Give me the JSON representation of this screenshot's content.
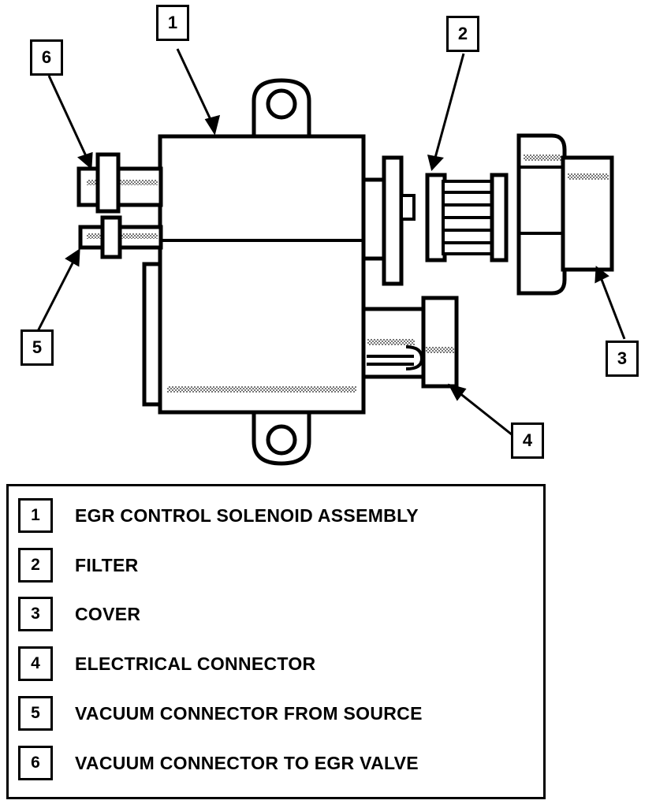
{
  "callouts": [
    {
      "number": "1"
    },
    {
      "number": "2"
    },
    {
      "number": "3"
    },
    {
      "number": "4"
    },
    {
      "number": "5"
    },
    {
      "number": "6"
    }
  ],
  "legend": [
    {
      "number": "1",
      "label": "EGR CONTROL SOLENOID ASSEMBLY"
    },
    {
      "number": "2",
      "label": "FILTER"
    },
    {
      "number": "3",
      "label": "COVER"
    },
    {
      "number": "4",
      "label": "ELECTRICAL CONNECTOR"
    },
    {
      "number": "5",
      "label": "VACUUM CONNECTOR FROM SOURCE"
    },
    {
      "number": "6",
      "label": "VACUUM CONNECTOR TO EGR  VALVE"
    }
  ]
}
